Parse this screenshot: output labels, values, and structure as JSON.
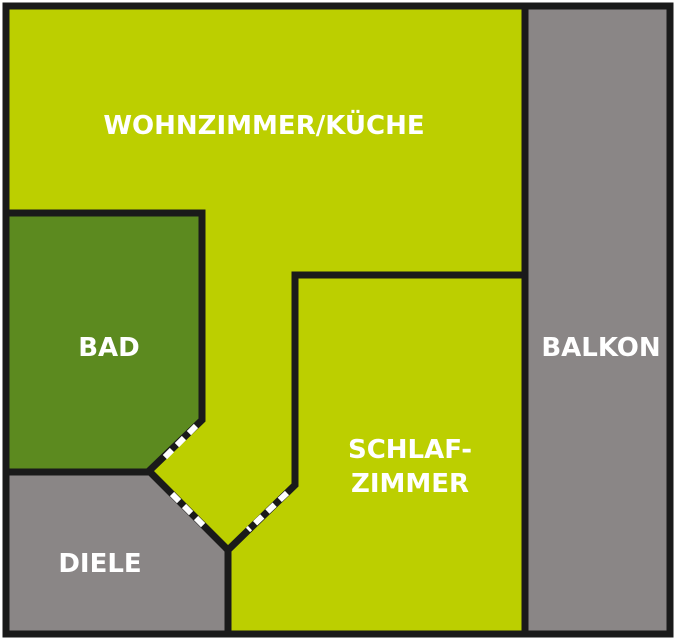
{
  "rooms": {
    "wohnzimmer": {
      "label": "WOHNZIMMER/KÜCHE",
      "color": "#bccf00"
    },
    "bad": {
      "label": "BAD",
      "color": "#5c8a1f"
    },
    "diele": {
      "label": "DIELE",
      "color": "#8a8686"
    },
    "schlafzimmer": {
      "label_line1": "SCHLAF-",
      "label_line2": "ZIMMER",
      "color": "#bccf00"
    },
    "balkon": {
      "label": "BALKON",
      "color": "#8a8686"
    }
  },
  "colors": {
    "wall": "#1a1a1a",
    "text": "#ffffff"
  }
}
